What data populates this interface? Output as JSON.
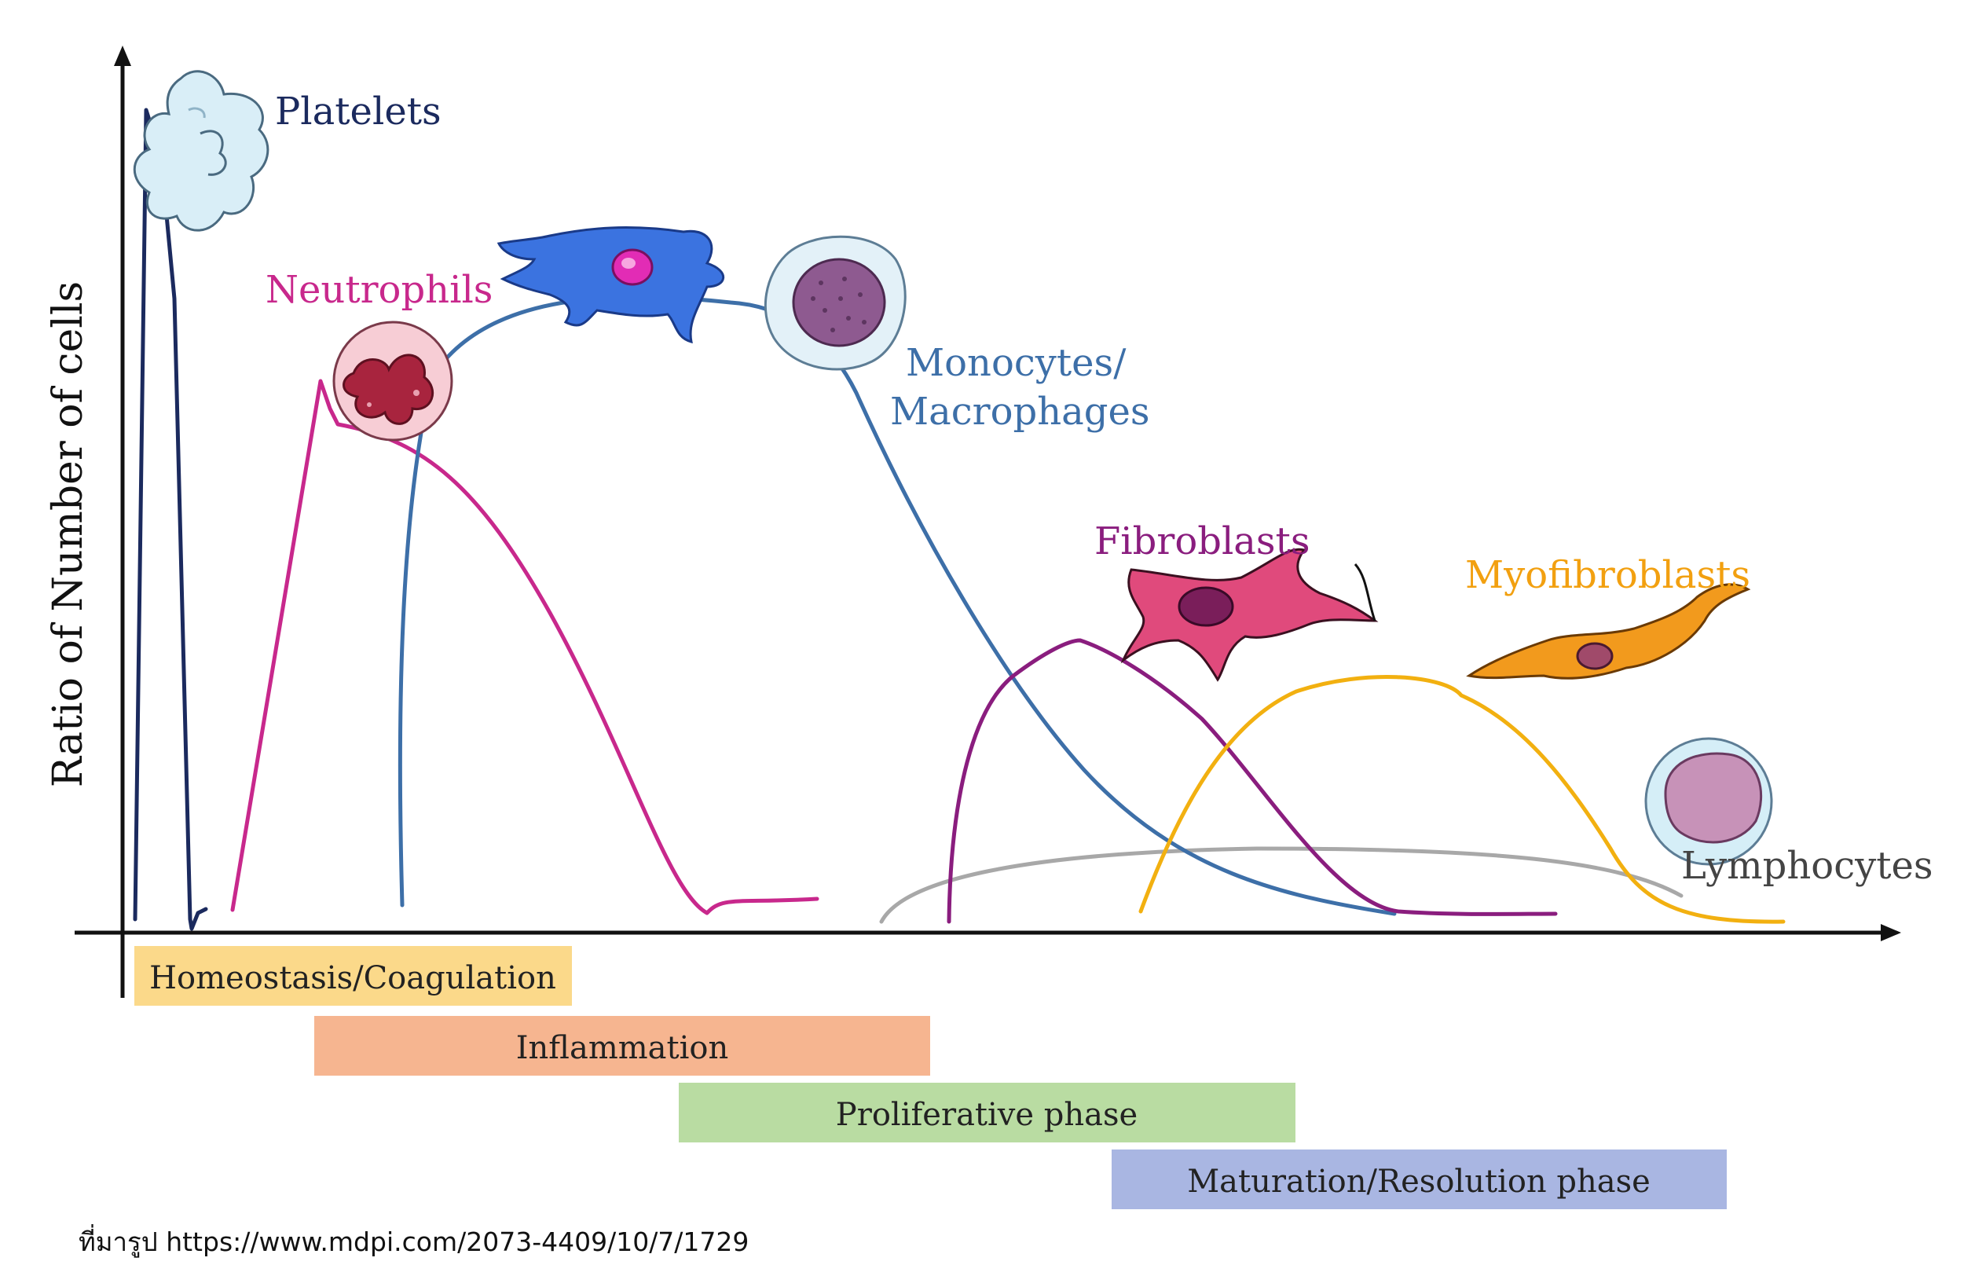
{
  "axes": {
    "y_label": "Ratio of Number of cells"
  },
  "cells": {
    "platelets": {
      "label": "Platelets",
      "color": "#1b2a5e"
    },
    "neutrophils": {
      "label": "Neutrophils",
      "color": "#c8288c"
    },
    "macrophages": {
      "label_line1": "Monocytes/",
      "label_line2": "Macrophages",
      "color": "#3d6fa8"
    },
    "fibroblasts": {
      "label": "Fibroblasts",
      "color": "#8a1d7e"
    },
    "myofibroblasts": {
      "label": "Myofibroblasts",
      "color": "#f2b010"
    },
    "lymphocytes": {
      "label": "Lymphocytes",
      "color": "#444444"
    }
  },
  "phases": [
    {
      "label": "Homeostasis/Coagulation",
      "color": "#fbd98a"
    },
    {
      "label": "Inflammation",
      "color": "#f6b590"
    },
    {
      "label": "Proliferative phase",
      "color": "#b9dca2"
    },
    {
      "label": "Maturation/Resolution phase",
      "color": "#a9b6e2"
    }
  ],
  "source_credit": "ที่มารูป https://www.mdpi.com/2073-4409/10/7/1729"
}
